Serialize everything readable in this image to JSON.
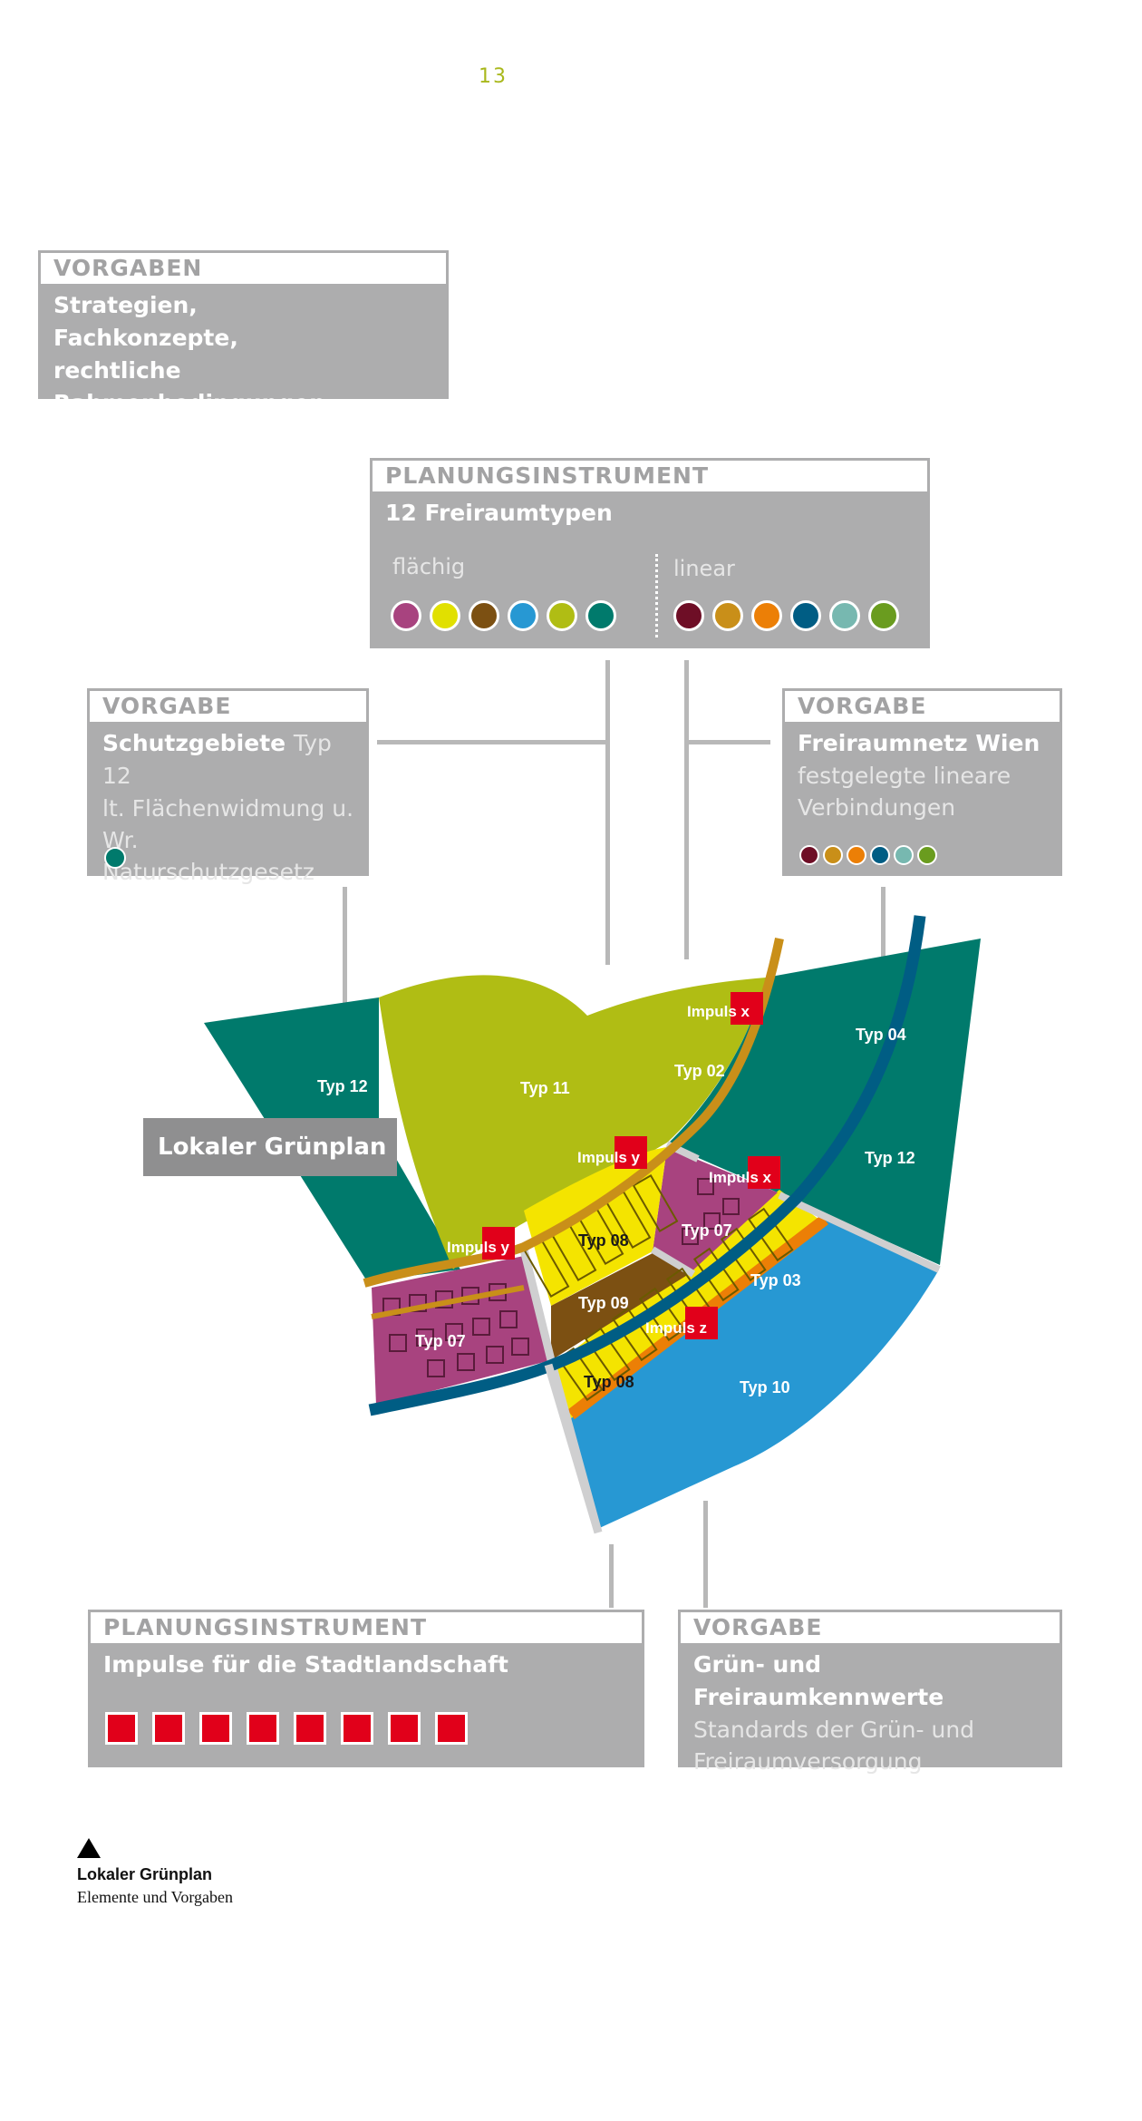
{
  "page_number": "13",
  "vorgaben_top": {
    "header": "VORGABEN",
    "lines": [
      "Strategien,",
      "Fachkonzepte,",
      "rechtliche Rahmenbedingungen"
    ]
  },
  "freiraumtypen": {
    "header": "PLANUNGSINSTRUMENT",
    "title": "12 Freiraumtypen",
    "flaechig_label": "flächig",
    "linear_label": "linear",
    "flaechig_colors": [
      "#a8437f",
      "#e1e000",
      "#7c5012",
      "#2798d3",
      "#b0bd14",
      "#007a6c"
    ],
    "linear_colors": [
      "#6e0e26",
      "#c98f19",
      "#ec7f06",
      "#005d84",
      "#77b8b0",
      "#6a9c1f"
    ]
  },
  "schutzgebiete": {
    "header": "VORGABE",
    "title": "Schutzgebiete",
    "title_suffix": "Typ 12",
    "lines": [
      "lt. Flächenwidmung u.",
      "Wr. Naturschutzgesetz"
    ],
    "dot_color": "#007a6c"
  },
  "freiraumnetz": {
    "header": "VORGABE",
    "title": "Freiraumnetz Wien",
    "lines": [
      "festgelegte lineare",
      "Verbindungen"
    ],
    "colors": [
      "#6e0e26",
      "#c98f19",
      "#ec7f06",
      "#005d84",
      "#77b8b0",
      "#6a9c1f"
    ]
  },
  "map": {
    "lokaler_gruenplan": "Lokaler Grünplan",
    "labels": {
      "typ12_left": "Typ 12",
      "typ11": "Typ 11",
      "typ02": "Typ 02",
      "typ04": "Typ 04",
      "typ12_right": "Typ 12",
      "typ08_a": "Typ 08",
      "typ07_a": "Typ 07",
      "typ09": "Typ 09",
      "typ07_b": "Typ 07",
      "typ03": "Typ 03",
      "typ08_b": "Typ 08",
      "typ10": "Typ 10"
    },
    "impulses": {
      "x1": "Impuls x",
      "y1": "Impuls y",
      "x2": "Impuls x",
      "y2": "Impuls y",
      "z": "Impuls z"
    }
  },
  "impulse": {
    "header": "PLANUNGSINSTRUMENT",
    "title": "Impulse für die Stadtlandschaft",
    "square_count": 8,
    "square_color": "#e1001a"
  },
  "kennwerte": {
    "header": "VORGABE",
    "title": "Grün- und Freiraumkennwerte",
    "lines": [
      "Standards der Grün- und",
      "Freiraumversorgung"
    ]
  },
  "caption": {
    "title": "Lokaler Grünplan",
    "subtitle": "Elemente und Vorgaben"
  }
}
